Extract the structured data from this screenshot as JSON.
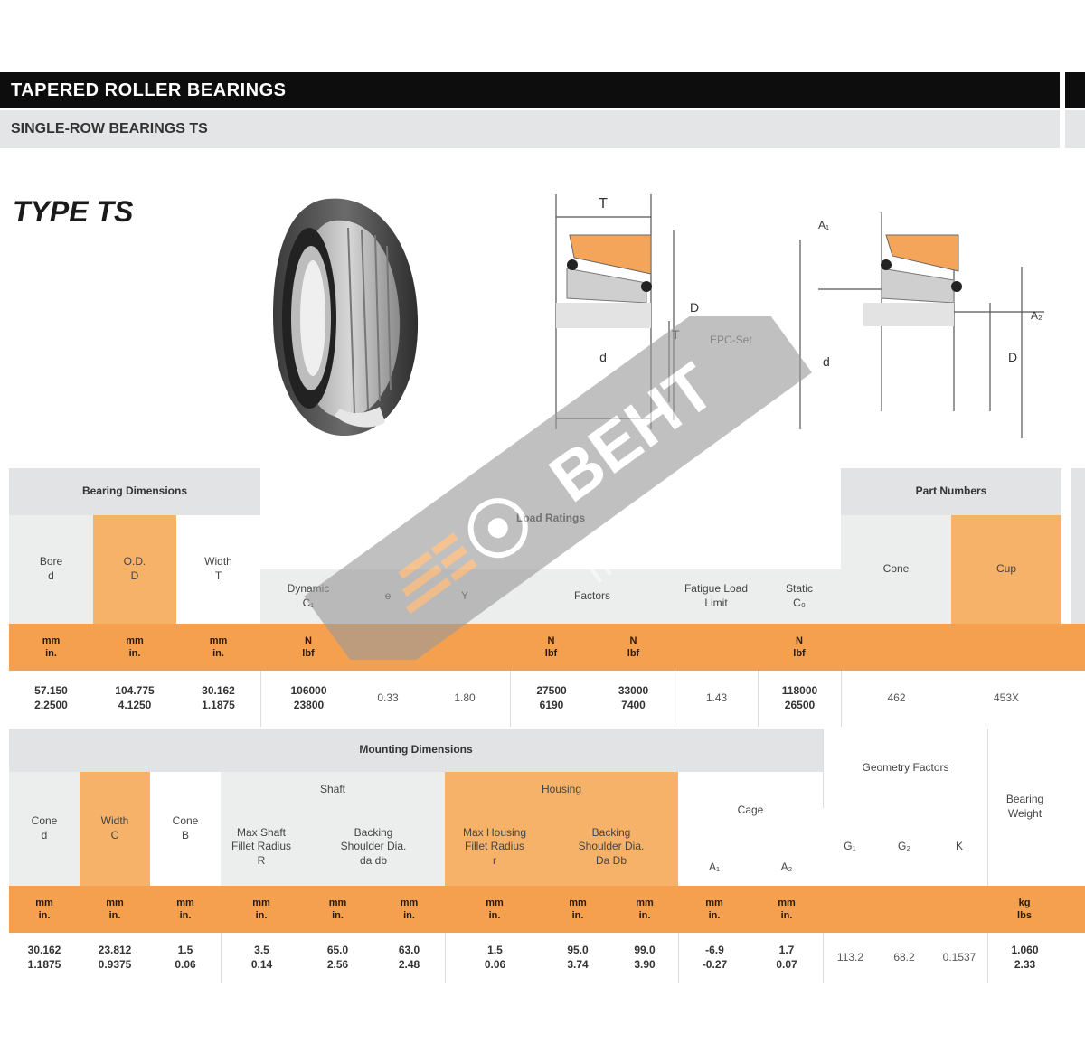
{
  "header": {
    "title": "TAPERED ROLLER BEARINGS",
    "subtitle": "SINGLE-ROW BEARINGS TS"
  },
  "type_title": "TYPE TS",
  "table1": {
    "bearing_dimensions": "Bearing Dimensions",
    "bore": "Bore\nd",
    "od": "O.D.\nD",
    "width": "Width\nT",
    "load_ratings": "Load Ratings",
    "dynamic": "Dynamic\nC₁",
    "e": "e",
    "y": "Y",
    "static": "Static\nC₀",
    "factors": "Factors",
    "fatigue_load_limit": "Fatigue Load Limit",
    "part_numbers": "Part Numbers",
    "cone": "Cone",
    "cup": "Cup",
    "units": [
      "mm\nin.",
      "mm\nin.",
      "mm\nin.",
      "N\nlbf",
      "",
      "",
      "N\nlbf",
      "N\nlbf",
      "",
      "N\nlbf"
    ],
    "row": {
      "bore": "57.150\n2.2500",
      "od": "104.775\n4.1250",
      "width": "30.162\n1.1875",
      "dynamic": "106000\n23800",
      "e": "0.33",
      "y": "1.80",
      "c90": "27500\n6190",
      "c0": "33000\n7400",
      "k": "1.43",
      "static": "118000\n26500",
      "cone": "462",
      "cup": "453X"
    }
  },
  "table2": {
    "mounting_dimensions": "Mounting Dimensions",
    "cone_bore": "Cone\nd",
    "cup_width": "Width\nC",
    "cone_width": "Cone\nB",
    "shaft": "Shaft",
    "housing": "Housing",
    "max_shaft_fillet": "Max Shaft\nFillet Radius\nR",
    "backing_shoulder": "Backing\nShoulder Dia.\nda   db",
    "max_housing_fillet": "Max Housing\nFillet Radius\nr",
    "backing_housing": "Backing\nShoulder Dia.\nDa   Db",
    "cage": "Cage",
    "a1": "A₁",
    "a2": "A₂",
    "geometry_factors": "Geometry Factors",
    "g1": "G₁",
    "g2": "G₂",
    "k_factor": "K",
    "bearing_weight": "Bearing\nWeight",
    "units": [
      "mm\nin.",
      "mm\nin.",
      "mm\nin.",
      "mm\nin.",
      "mm\nin.",
      "mm\nin.",
      "mm\nin.",
      "mm\nin.",
      "mm\nin.",
      "mm\nin.",
      "mm\nin.",
      "kg\nlbs"
    ],
    "row": {
      "d": "30.162\n1.1875",
      "c": "23.812\n0.9375",
      "b": "1.5\n0.06",
      "R": "3.5\n0.14",
      "da": "65.0\n2.56",
      "db": "63.0\n2.48",
      "r": "1.5\n0.06",
      "Da": "95.0\n3.74",
      "Db": "99.0\n3.90",
      "a1": "-6.9\n-0.27",
      "a2": "1.7\n0.07",
      "g1": "113.2",
      "g2": "68.2",
      "gk": "0.1537",
      "weight": "1.060\n2.33"
    }
  },
  "watermark": {
    "brand": "BEHT",
    "site": "movente.ru"
  }
}
